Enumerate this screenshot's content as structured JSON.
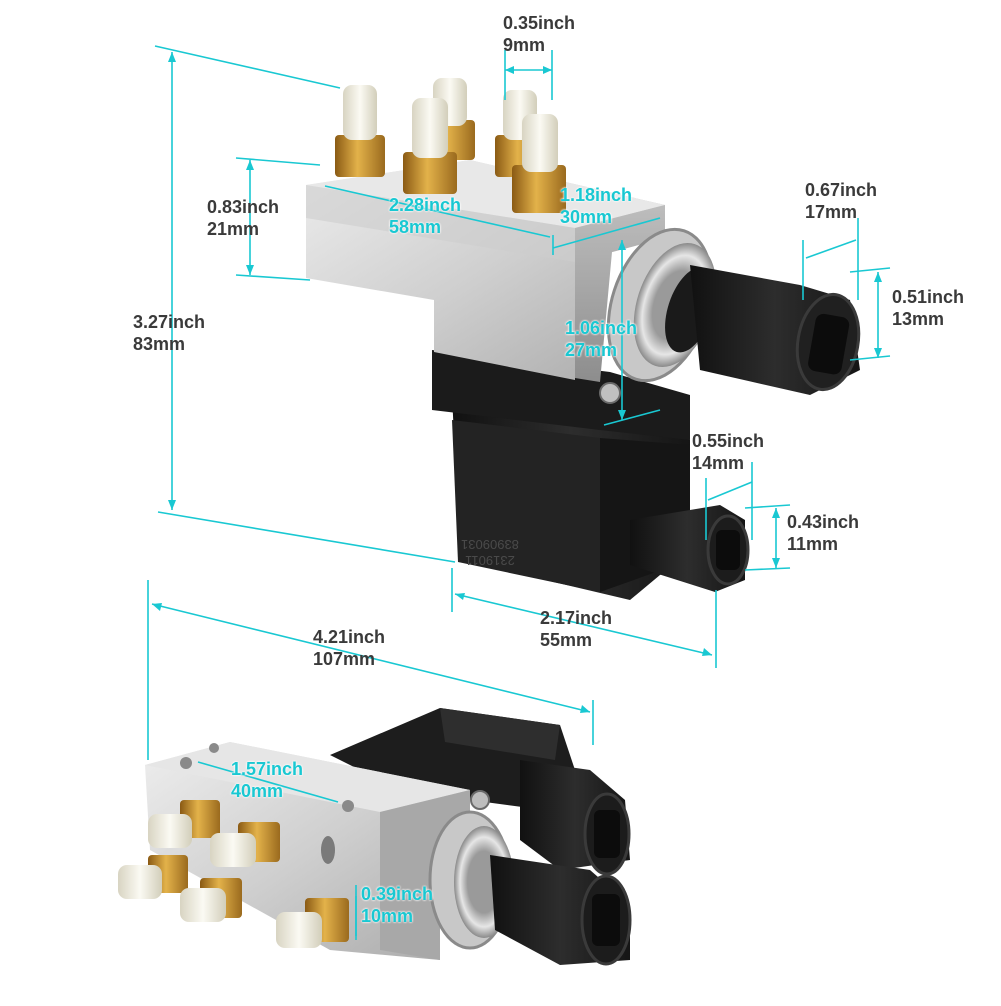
{
  "dimensions": [
    {
      "id": "port-spacing",
      "inch": "0.35inch",
      "mm": "9mm",
      "color": "dark"
    },
    {
      "id": "block-height",
      "inch": "0.83inch",
      "mm": "21mm",
      "color": "dark"
    },
    {
      "id": "port-row-length",
      "inch": "2.28inch",
      "mm": "58mm",
      "color": "cyan"
    },
    {
      "id": "block-end-width",
      "inch": "1.18inch",
      "mm": "30mm",
      "color": "cyan"
    },
    {
      "id": "connector-width",
      "inch": "0.67inch",
      "mm": "17mm",
      "color": "dark"
    },
    {
      "id": "total-height",
      "inch": "3.27inch",
      "mm": "83mm",
      "color": "dark"
    },
    {
      "id": "connector-height",
      "inch": "0.51inch",
      "mm": "13mm",
      "color": "dark"
    },
    {
      "id": "nut-diameter",
      "inch": "1.06inch",
      "mm": "27mm",
      "color": "cyan"
    },
    {
      "id": "small-connector-width",
      "inch": "0.55inch",
      "mm": "14mm",
      "color": "dark"
    },
    {
      "id": "small-connector-height",
      "inch": "0.43inch",
      "mm": "11mm",
      "color": "dark"
    },
    {
      "id": "housing-depth",
      "inch": "2.17inch",
      "mm": "55mm",
      "color": "dark"
    },
    {
      "id": "total-length",
      "inch": "4.21inch",
      "mm": "107mm",
      "color": "dark"
    },
    {
      "id": "mount-hole-spacing",
      "inch": "1.57inch",
      "mm": "40mm",
      "color": "cyan"
    },
    {
      "id": "fitting-diameter",
      "inch": "0.39inch",
      "mm": "10mm",
      "color": "cyan"
    }
  ],
  "housing_marking": {
    "line1": "2319011",
    "line2": "83909031"
  },
  "colors": {
    "dimension_line": "#19c8d2",
    "label_dark": "#3a3a3a",
    "label_cyan": "#19c8d2",
    "aluminum": "#d6d6d6",
    "brass": "#c9962f",
    "plastic_black": "#1f1f1f",
    "fitting_white": "#f3f1e6"
  }
}
